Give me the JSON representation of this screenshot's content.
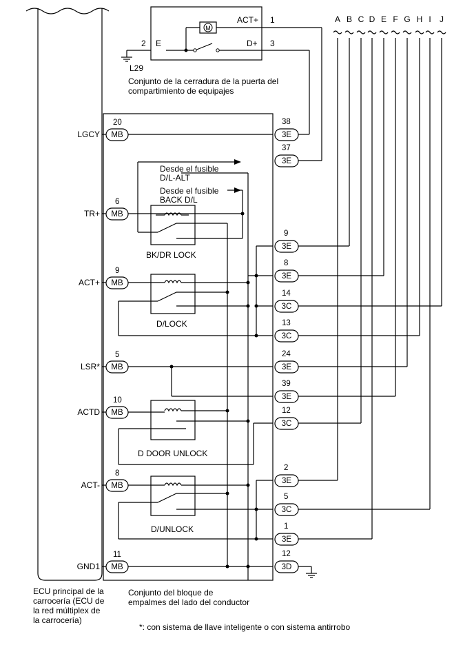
{
  "ecu": {
    "caption": [
      "ECU principal de la",
      "carrocería (ECU de",
      "la red múltiplex de",
      "la carrocería)"
    ],
    "terminals": [
      "LGCY",
      "TR+",
      "ACT+",
      "LSR*",
      "ACTD",
      "ACT-",
      "GND1"
    ]
  },
  "lock_assy": {
    "ground_label": "L29",
    "caption": [
      "Conjunto de la cerradura de la puerta del",
      "compartimiento de equipajes"
    ],
    "pins": {
      "p1": "1",
      "p2": "2",
      "p3": "3"
    },
    "labels": {
      "act_plus": "ACT+",
      "e": "E",
      "d_plus": "D+",
      "motor": "M"
    }
  },
  "junction_block": {
    "caption": [
      "Conjunto del bloque de",
      "empalmes del lado del conductor"
    ],
    "fuse_dl_alt": [
      "Desde el fusible",
      "D/L-ALT"
    ],
    "fuse_back_dl": [
      "Desde el fusible",
      "BACK D/L"
    ],
    "relays": [
      "BK/DR LOCK",
      "D/LOCK",
      "D DOOR UNLOCK",
      "D/UNLOCK"
    ]
  },
  "mb_connectors": [
    {
      "pin": "20",
      "code": "MB"
    },
    {
      "pin": "6",
      "code": "MB"
    },
    {
      "pin": "9",
      "code": "MB"
    },
    {
      "pin": "5",
      "code": "MB"
    },
    {
      "pin": "10",
      "code": "MB"
    },
    {
      "pin": "8",
      "code": "MB"
    },
    {
      "pin": "11",
      "code": "MB"
    }
  ],
  "right_connectors": [
    {
      "pin": "38",
      "code": "3E"
    },
    {
      "pin": "37",
      "code": "3E"
    },
    {
      "pin": "9",
      "code": "3E"
    },
    {
      "pin": "8",
      "code": "3E"
    },
    {
      "pin": "14",
      "code": "3C"
    },
    {
      "pin": "13",
      "code": "3C"
    },
    {
      "pin": "24",
      "code": "3E"
    },
    {
      "pin": "39",
      "code": "3E"
    },
    {
      "pin": "12",
      "code": "3C"
    },
    {
      "pin": "2",
      "code": "3E"
    },
    {
      "pin": "5",
      "code": "3C"
    },
    {
      "pin": "1",
      "code": "3E"
    },
    {
      "pin": "12",
      "code": "3D"
    }
  ],
  "bus_letters": [
    "A",
    "B",
    "C",
    "D",
    "E",
    "F",
    "G",
    "H",
    "I",
    "J"
  ],
  "footnote": "*: con sistema de llave inteligente o con sistema antirrobo"
}
